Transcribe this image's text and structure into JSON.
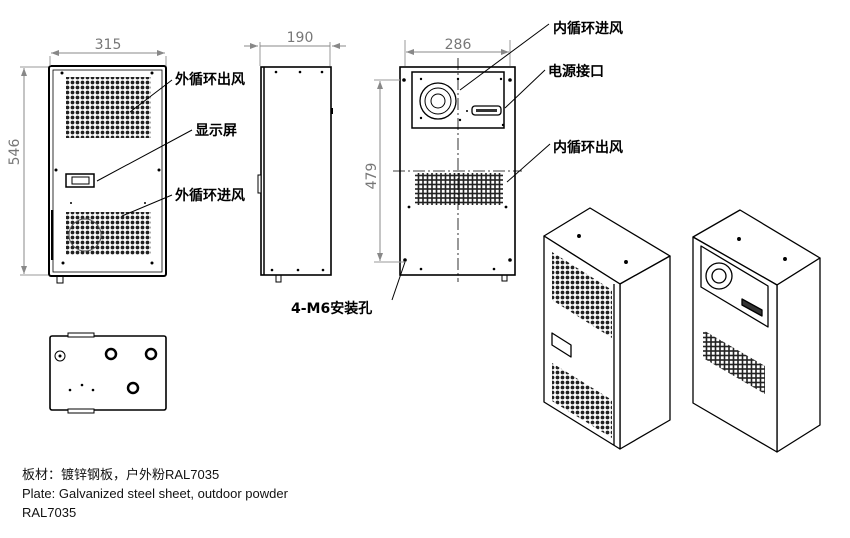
{
  "dimensions": {
    "front_width": "315",
    "front_height": "546",
    "side_depth": "190",
    "rear_width": "286",
    "rear_hole_spacing": "479"
  },
  "callouts": {
    "external_outlet": "外循环出风",
    "display": "显示屏",
    "external_inlet": "外循环进风",
    "internal_inlet": "内循环进风",
    "power_port": "电源接口",
    "internal_outlet": "内循环出风",
    "mount_holes": "4-M6安装孔"
  },
  "notes": [
    "板材：镀锌钢板，户外粉RAL7035",
    "Plate: Galvanized steel sheet, outdoor powder",
    "RAL7035"
  ]
}
